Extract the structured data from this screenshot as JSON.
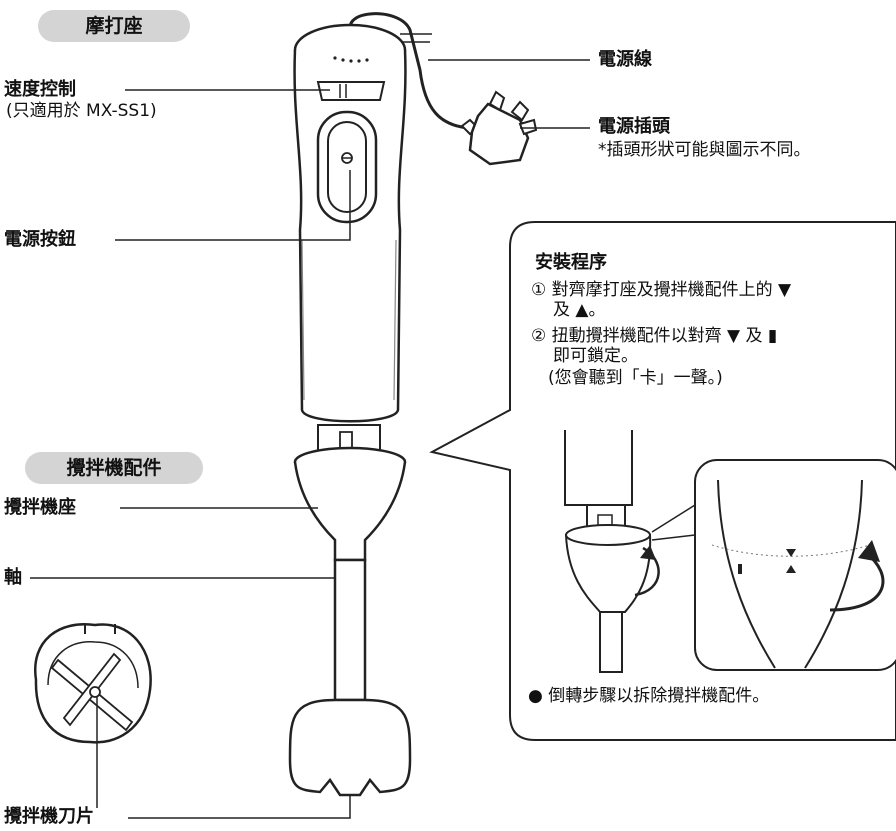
{
  "sections": {
    "motor_unit": "摩打座",
    "blender_attachment": "攪拌機配件"
  },
  "labels": {
    "speed_control": "速度控制",
    "speed_control_note": "(只適用於 MX-SS1)",
    "power_cord": "電源線",
    "power_plug": "電源插頭",
    "power_plug_note": "*插頭形狀可能與圖示不同。",
    "power_button": "電源按鈕",
    "blender_base": "攪拌機座",
    "shaft": "軸",
    "blender_blade": "攪拌機刀片"
  },
  "install_box": {
    "title": "安裝程序",
    "step1_line1": "① 對齊摩打座及攪拌機配件上的 ▼",
    "step1_line2": "及 ▲。",
    "step2_line1": "② 扭動攪拌機配件以對齊 ▼ 及 ▮",
    "step2_line2": "即可鎖定。",
    "step2_line3": "(您會聽到「卡」一聲。)",
    "remove_note": "● 倒轉步驟以拆除攪拌機配件。"
  }
}
